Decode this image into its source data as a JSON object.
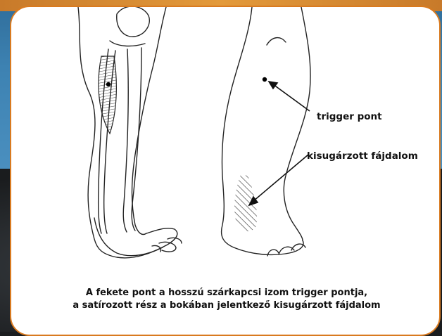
{
  "diagram": {
    "labels": {
      "trigger_point": "trigger pont",
      "referred_pain": "kisugárzott fájdalom"
    },
    "caption": {
      "line1": "A fekete pont a hosszú szárkapcsi izom trigger pontja,",
      "line2": "a satírozott rész a bokában jelentkező kisugárzott fájdalom"
    }
  },
  "colors": {
    "card_border": "#d97a1f",
    "background_top": "#3d82b2",
    "background_bottom": "#1b1d1f"
  }
}
